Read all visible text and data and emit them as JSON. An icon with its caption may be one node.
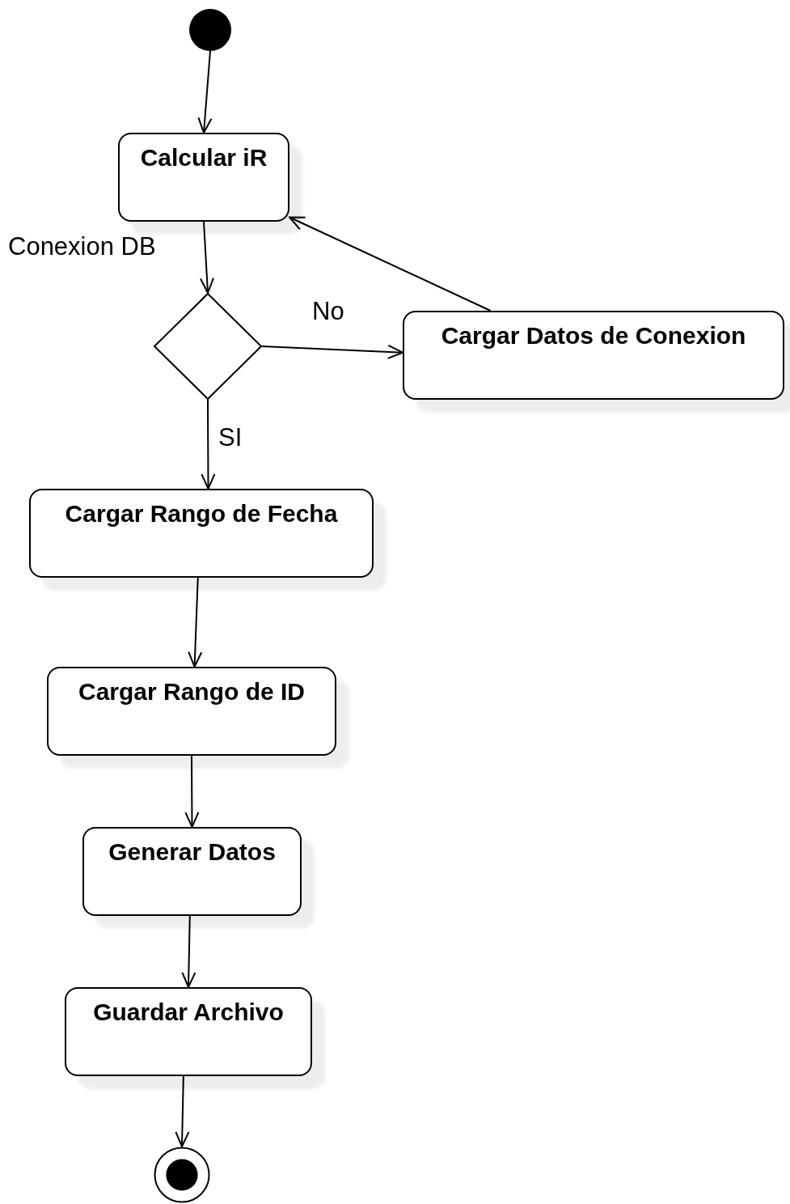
{
  "diagram": {
    "nodes": [
      {
        "text": [],
        "shape": "circle"
      },
      {
        "text": [
          "Calcular iR"
        ]
      },
      {
        "text": [],
        "shape": "diamond"
      },
      {
        "text": [
          "Cargar Datos de Conexion"
        ]
      },
      {
        "text": [
          "Cargar Rango de Fecha"
        ]
      },
      {
        "text": [
          "Cargar Rango de ID"
        ]
      },
      {
        "text": [
          "Generar Datos"
        ]
      },
      {
        "text": [
          "Guardar Archivo"
        ]
      },
      {
        "text": [],
        "shape": "circle"
      }
    ],
    "edges": [
      {
        "from": 0,
        "to": 1,
        "arrow": "to"
      },
      {
        "from": 1,
        "to": 2,
        "arrow": "to",
        "label": "Conexion DB"
      },
      {
        "from": 2,
        "to": 3,
        "arrow": "to",
        "label": "No"
      },
      {
        "from": 3,
        "to": 1,
        "arrow": "to"
      },
      {
        "from": 2,
        "to": 4,
        "arrow": "to",
        "label": "SI"
      },
      {
        "from": 4,
        "to": 5,
        "arrow": "to"
      },
      {
        "from": 5,
        "to": 6,
        "arrow": "to"
      },
      {
        "from": 6,
        "to": 7,
        "arrow": "to"
      },
      {
        "from": 7,
        "to": 8,
        "arrow": "to"
      }
    ]
  }
}
